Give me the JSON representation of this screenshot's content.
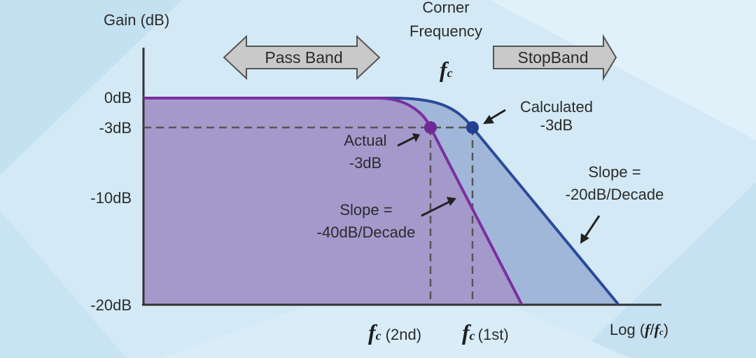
{
  "diagram": {
    "y_axis_title": "Gain (dB)",
    "y_ticks": [
      "0dB",
      "-3dB",
      "-10dB",
      "-20dB"
    ],
    "x_axis_title": {
      "prefix": "Log (",
      "f": "f",
      "slash": "/",
      "fc": "f",
      "fc_sub": "c",
      "suffix": ")"
    },
    "corner": {
      "line1": "Corner",
      "line2": "Frequency",
      "symbol": "f",
      "sub": "c"
    },
    "pass_band": "Pass Band",
    "stop_band": "StopBand",
    "calculated": {
      "line1": "Calculated",
      "line2": "-3dB"
    },
    "actual": {
      "line1": "Actual",
      "line2": "-3dB"
    },
    "slope_20": {
      "line1": "Slope =",
      "line2": "-20dB/Decade"
    },
    "slope_40": {
      "line1": "Slope =",
      "line2": "-40dB/Decade"
    },
    "fc_2nd": {
      "symbol": "f",
      "sub": "c",
      "label": "(2nd)"
    },
    "fc_1st": {
      "symbol": "f",
      "sub": "c",
      "label": "(1st)"
    },
    "colors": {
      "first_order": "#2b4a9b",
      "second_order": "#7b2f9e",
      "first_fill": "#8fa6cf",
      "second_fill": "#a58fc6",
      "band_arrow": "#c9c9c9"
    }
  }
}
